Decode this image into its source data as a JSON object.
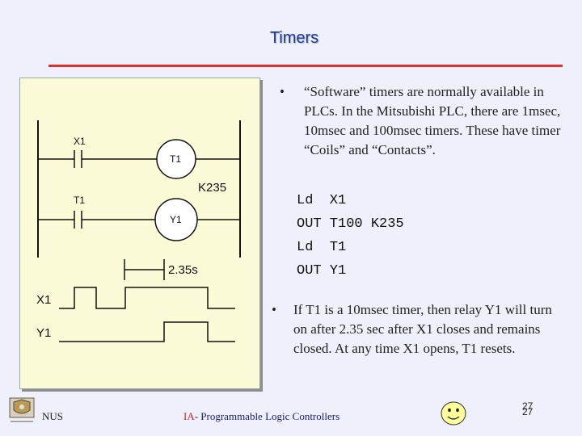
{
  "slide": {
    "title": "Timers",
    "accent_color": "#e03030",
    "title_color": "#1a3a9c"
  },
  "diagram": {
    "contact_1": "X1",
    "coil_1": "T1",
    "preset": "K235",
    "contact_2": "T1",
    "coil_2": "Y1",
    "delay": "2.35s",
    "signal_1": "X1",
    "signal_2": "Y1"
  },
  "bullets": [
    "“Software” timers are normally available in PLCs. In the Mitsubishi PLC,  there are 1msec, 10msec and 100msec timers. These have timer “Coils” and “Contacts”.",
    "If T1 is a 10msec timer, then relay Y1 will turn on after 2.35 sec after X1 closes and remains closed. At any time X1 opens, T1 resets."
  ],
  "bullet_symbol": "•",
  "code": [
    "Ld  X1",
    "OUT T100 K235",
    "Ld  T1",
    "OUT Y1"
  ],
  "footer": {
    "org": "NUS",
    "course_prefix": "IA",
    "course_rest": "- Programmable Logic Controllers",
    "page_a": "27",
    "page_b": "27",
    "logo_icon": "university-crest-icon",
    "smiley_icon": "smiley-face-icon"
  }
}
